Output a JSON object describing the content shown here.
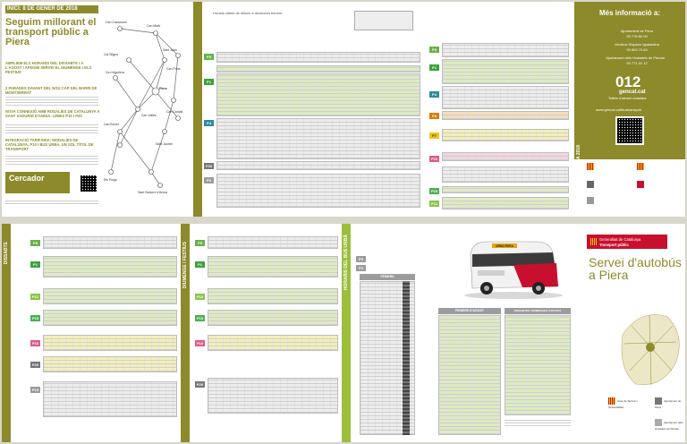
{
  "cover_left": {
    "date_banner": "INICI: 8 DE GENER DE 2018",
    "title": "Seguim millorant el transport públic a Piera",
    "items": [
      {
        "heading": "AMPLIEM ELS HORARIS DEL DISSABTE I A L'AGOST I AFEGIM SERVEI EL DIUMENGE I ELS FESTIUS",
        "body": ""
      },
      {
        "heading": "2 PARADES DAVANT DEL NOU CAP DEL BARRI DE MONTSERRAT",
        "body": ""
      },
      {
        "heading": "NOVA CONNEXIÓ AMB RODALIES DE CATALUNYA A SANT SADURNÍ D'ANOIA. LÍNIES P10 I P20",
        "body": ""
      },
      {
        "heading": "INTEGRACIÓ TARIFÀRIA: MODALIES DE CATALUNYA, P10 I BUS URBÀ, UN SOL TÍTOL DE TRANSPORT",
        "body": ""
      }
    ],
    "cercador_label": "Cercador",
    "map_labels": [
      "Can Claramunt",
      "Can Martí",
      "Sant Joan",
      "Cal Sitges",
      "Can Pons",
      "Piera",
      "Ca n'Aguilera",
      "Can Vallès",
      "Sant Jaume",
      "Sant Sadurní d'Anoia",
      "Can Bonet",
      "Can Canals",
      "Els Puigs"
    ]
  },
  "timetable_top": {
    "lines": [
      "P5",
      "P1",
      "P4",
      "P20",
      "P3"
    ],
    "note": "Horaris vàlids de dilluns a divendres feiners"
  },
  "timetable_right_top": {
    "lines": [
      "P5",
      "P1",
      "P4",
      "P7",
      "P8",
      "P10",
      "P15",
      "P12"
    ]
  },
  "info_panel": {
    "title": "Més informació a:",
    "lines": [
      "Ajuntament de Piera",
      "93 778 80 00",
      "Monbus Hispano Igualadina",
      "93 893 70 60",
      "Ajuntament dels Hostalets de Pierola",
      "93 771 01 12"
    ],
    "phone": "012",
    "phone_sub": "gencat.cat",
    "phone_desc": "Telèfon d'atenció ciutadana",
    "web": "www.gencat.cat/bustransport",
    "side_label": "PIERA 2018"
  },
  "bottom_left": {
    "side_label": "DISSABTE",
    "lines": [
      "P5",
      "P1",
      "P12",
      "P15",
      "P10",
      "P20",
      "P13"
    ]
  },
  "bottom_mid_left": {
    "side_label": "DIUMENGE I FESTIUS",
    "lines": [
      "P5",
      "P1",
      "P12",
      "P15",
      "P10",
      "P20"
    ]
  },
  "bottom_center": {
    "side_label": "HORARIS DEL BUS URBÀ",
    "tabs": [
      "FEINERS",
      "FEINERS D'AGOST",
      "DISSABTES, DIUMENGES I FESTIUS"
    ],
    "line_codes": [
      "P9",
      "P3"
    ]
  },
  "bus_plate": "URBÀ PIERA",
  "bottom_right": {
    "brand_line1": "Generalitat de Catalunya",
    "brand_line2": "Transport públic",
    "title": "Servei d'autobús a Piera",
    "logos": [
      "Àrea de Territori i Sostenibilitat",
      "Ajuntament de Piera",
      "Ajuntament dels Hostalets de Pierola"
    ]
  },
  "colors": {
    "olive": "#8c8a2a",
    "red": "#c8102e"
  }
}
